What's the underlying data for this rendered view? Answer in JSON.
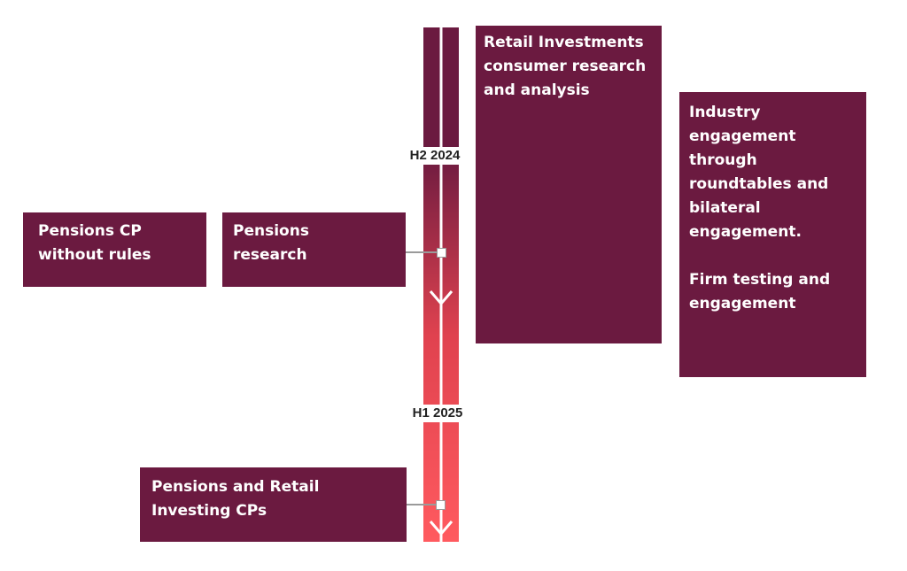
{
  "boxes": {
    "pensions_cp": "Pensions CP\nwithout rules",
    "pensions_research": "Pensions\nresearch",
    "retail_research": "Retail Investments\nconsumer research\nand analysis",
    "industry": "Industry\nengagement\nthrough\nroundtables and\nbilateral\nengagement.\n\nFirm testing and\nengagement",
    "cps": "Pensions and Retail\nInvesting CPs"
  },
  "timeline": {
    "period_1": "H2 2024",
    "period_2": "H1 2025"
  },
  "colors": {
    "box": "#6b1a40",
    "timeline_top": "#6b1a40",
    "timeline_bottom": "#ff5a5f",
    "connector": "#9a9a9a"
  }
}
